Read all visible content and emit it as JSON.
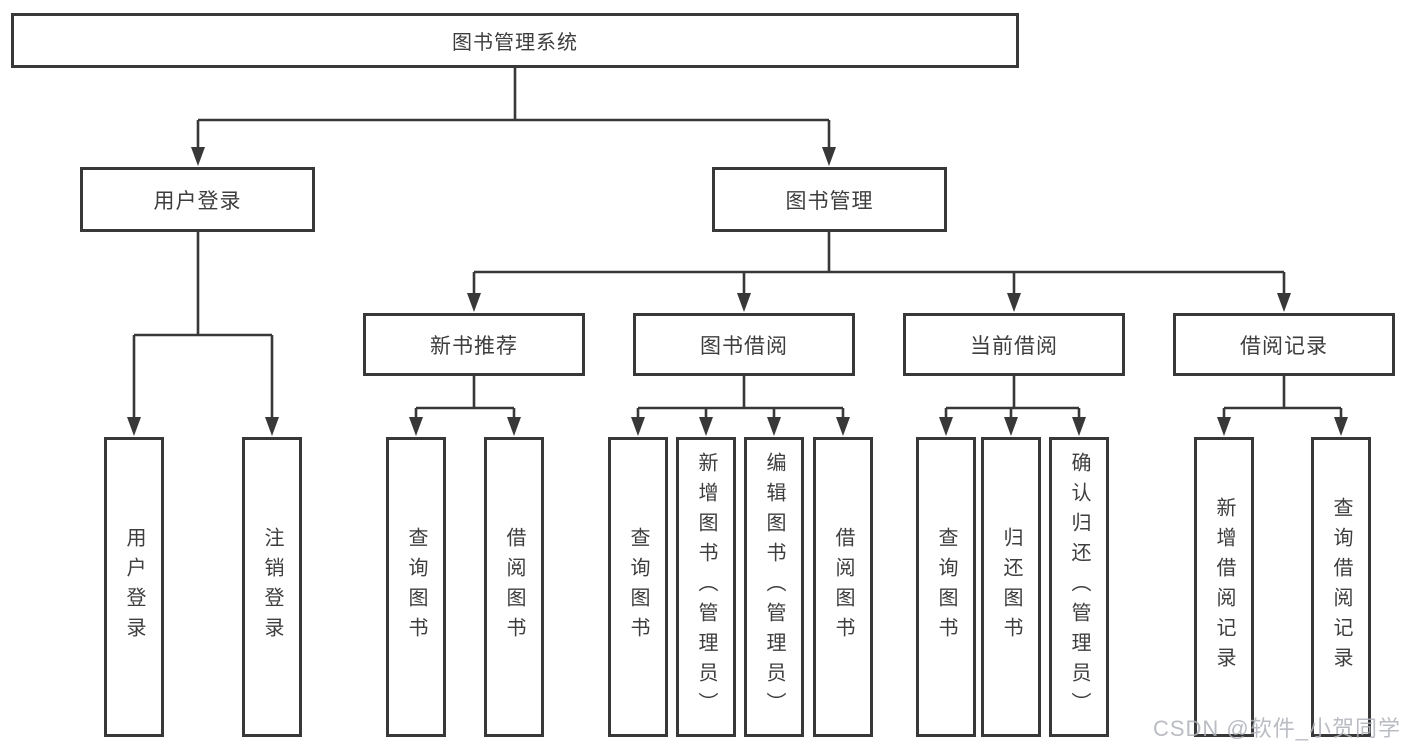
{
  "diagram": {
    "root": "图书管理系统",
    "user_login_branch": {
      "label": "用户登录",
      "children": [
        "用户登录",
        "注销登录"
      ]
    },
    "book_mgmt_branch": {
      "label": "图书管理",
      "sections": [
        {
          "label": "新书推荐",
          "children": [
            "查询图书",
            "借阅图书"
          ]
        },
        {
          "label": "图书借阅",
          "children": [
            "查询图书",
            "新增图书（管理员）",
            "编辑图书（管理员）",
            "借阅图书"
          ]
        },
        {
          "label": "当前借阅",
          "children": [
            "查询图书",
            "归还图书",
            "确认归还（管理员）"
          ]
        },
        {
          "label": "借阅记录",
          "children": [
            "新增借阅记录",
            "查询借阅记录"
          ]
        }
      ]
    }
  },
  "watermark": {
    "text": "CSDN @软件_小贺同学"
  },
  "colors": {
    "line": "#383838",
    "text": "#3e3e3e",
    "background": "#ffffff",
    "watermark": "#aeb1b9"
  }
}
